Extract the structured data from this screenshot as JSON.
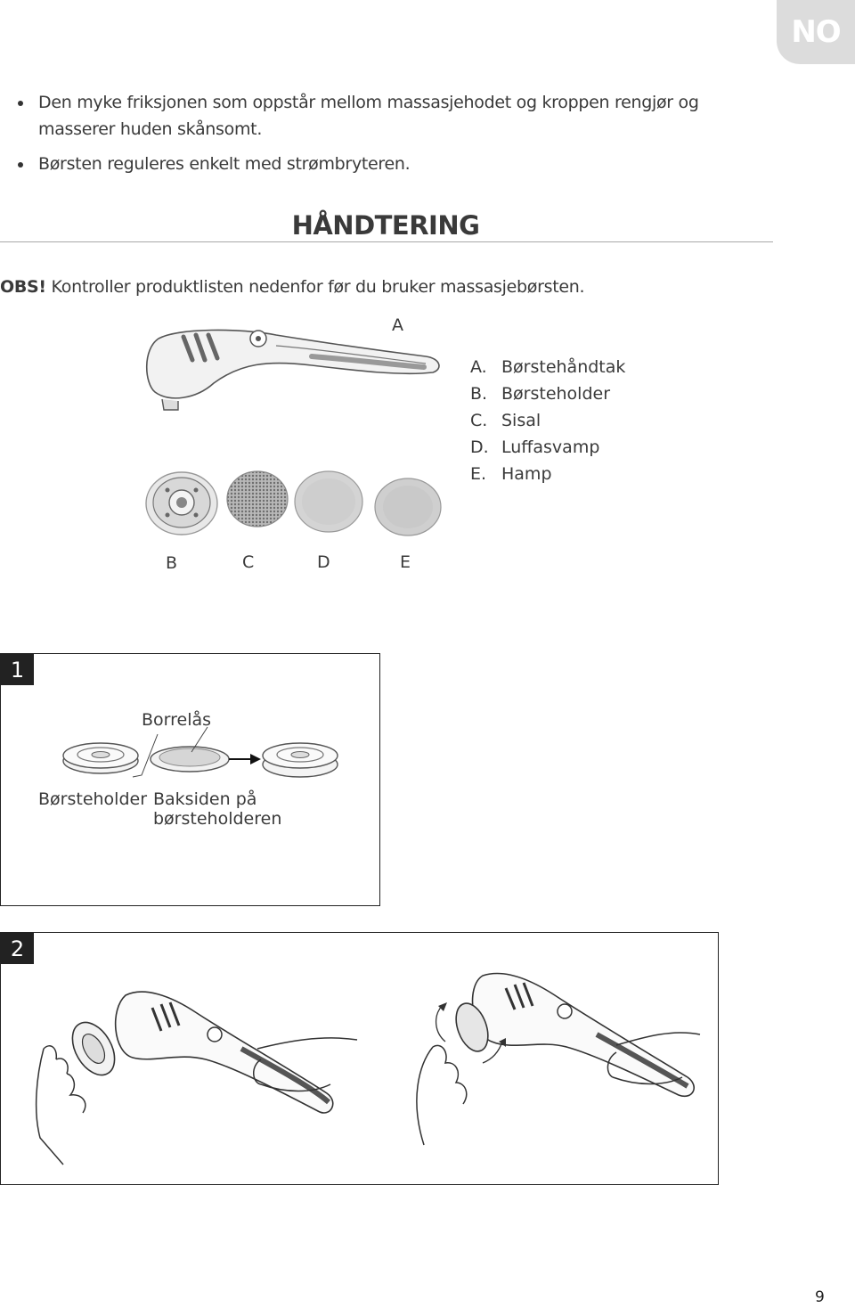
{
  "language_tab": "NO",
  "bullets": [
    "Den myke friksjonen som oppstår mellom massasjehodet og kroppen rengjør og masserer huden skånsomt.",
    "Børsten reguleres enkelt med strømbryteren."
  ],
  "section_title": "HÅNDTERING",
  "notice": {
    "prefix": "OBS!",
    "text": " Kontroller produktlisten nedenfor før du bruker massasjebørsten."
  },
  "figure_labels": {
    "a": "A",
    "b": "B",
    "c": "C",
    "d": "D",
    "e": "E"
  },
  "parts": [
    {
      "letter": "A.",
      "name": "Børstehåndtak"
    },
    {
      "letter": "B.",
      "name": "Børsteholder"
    },
    {
      "letter": "C.",
      "name": "Sisal"
    },
    {
      "letter": "D.",
      "name": "Luffasvamp"
    },
    {
      "letter": "E.",
      "name": "Hamp"
    }
  ],
  "step1": {
    "number": "1",
    "velcro_label": "Borrelås",
    "holder_label": "Børsteholder",
    "back_label": "Baksiden på børsteholderen"
  },
  "step2": {
    "number": "2"
  },
  "page_number": "9"
}
